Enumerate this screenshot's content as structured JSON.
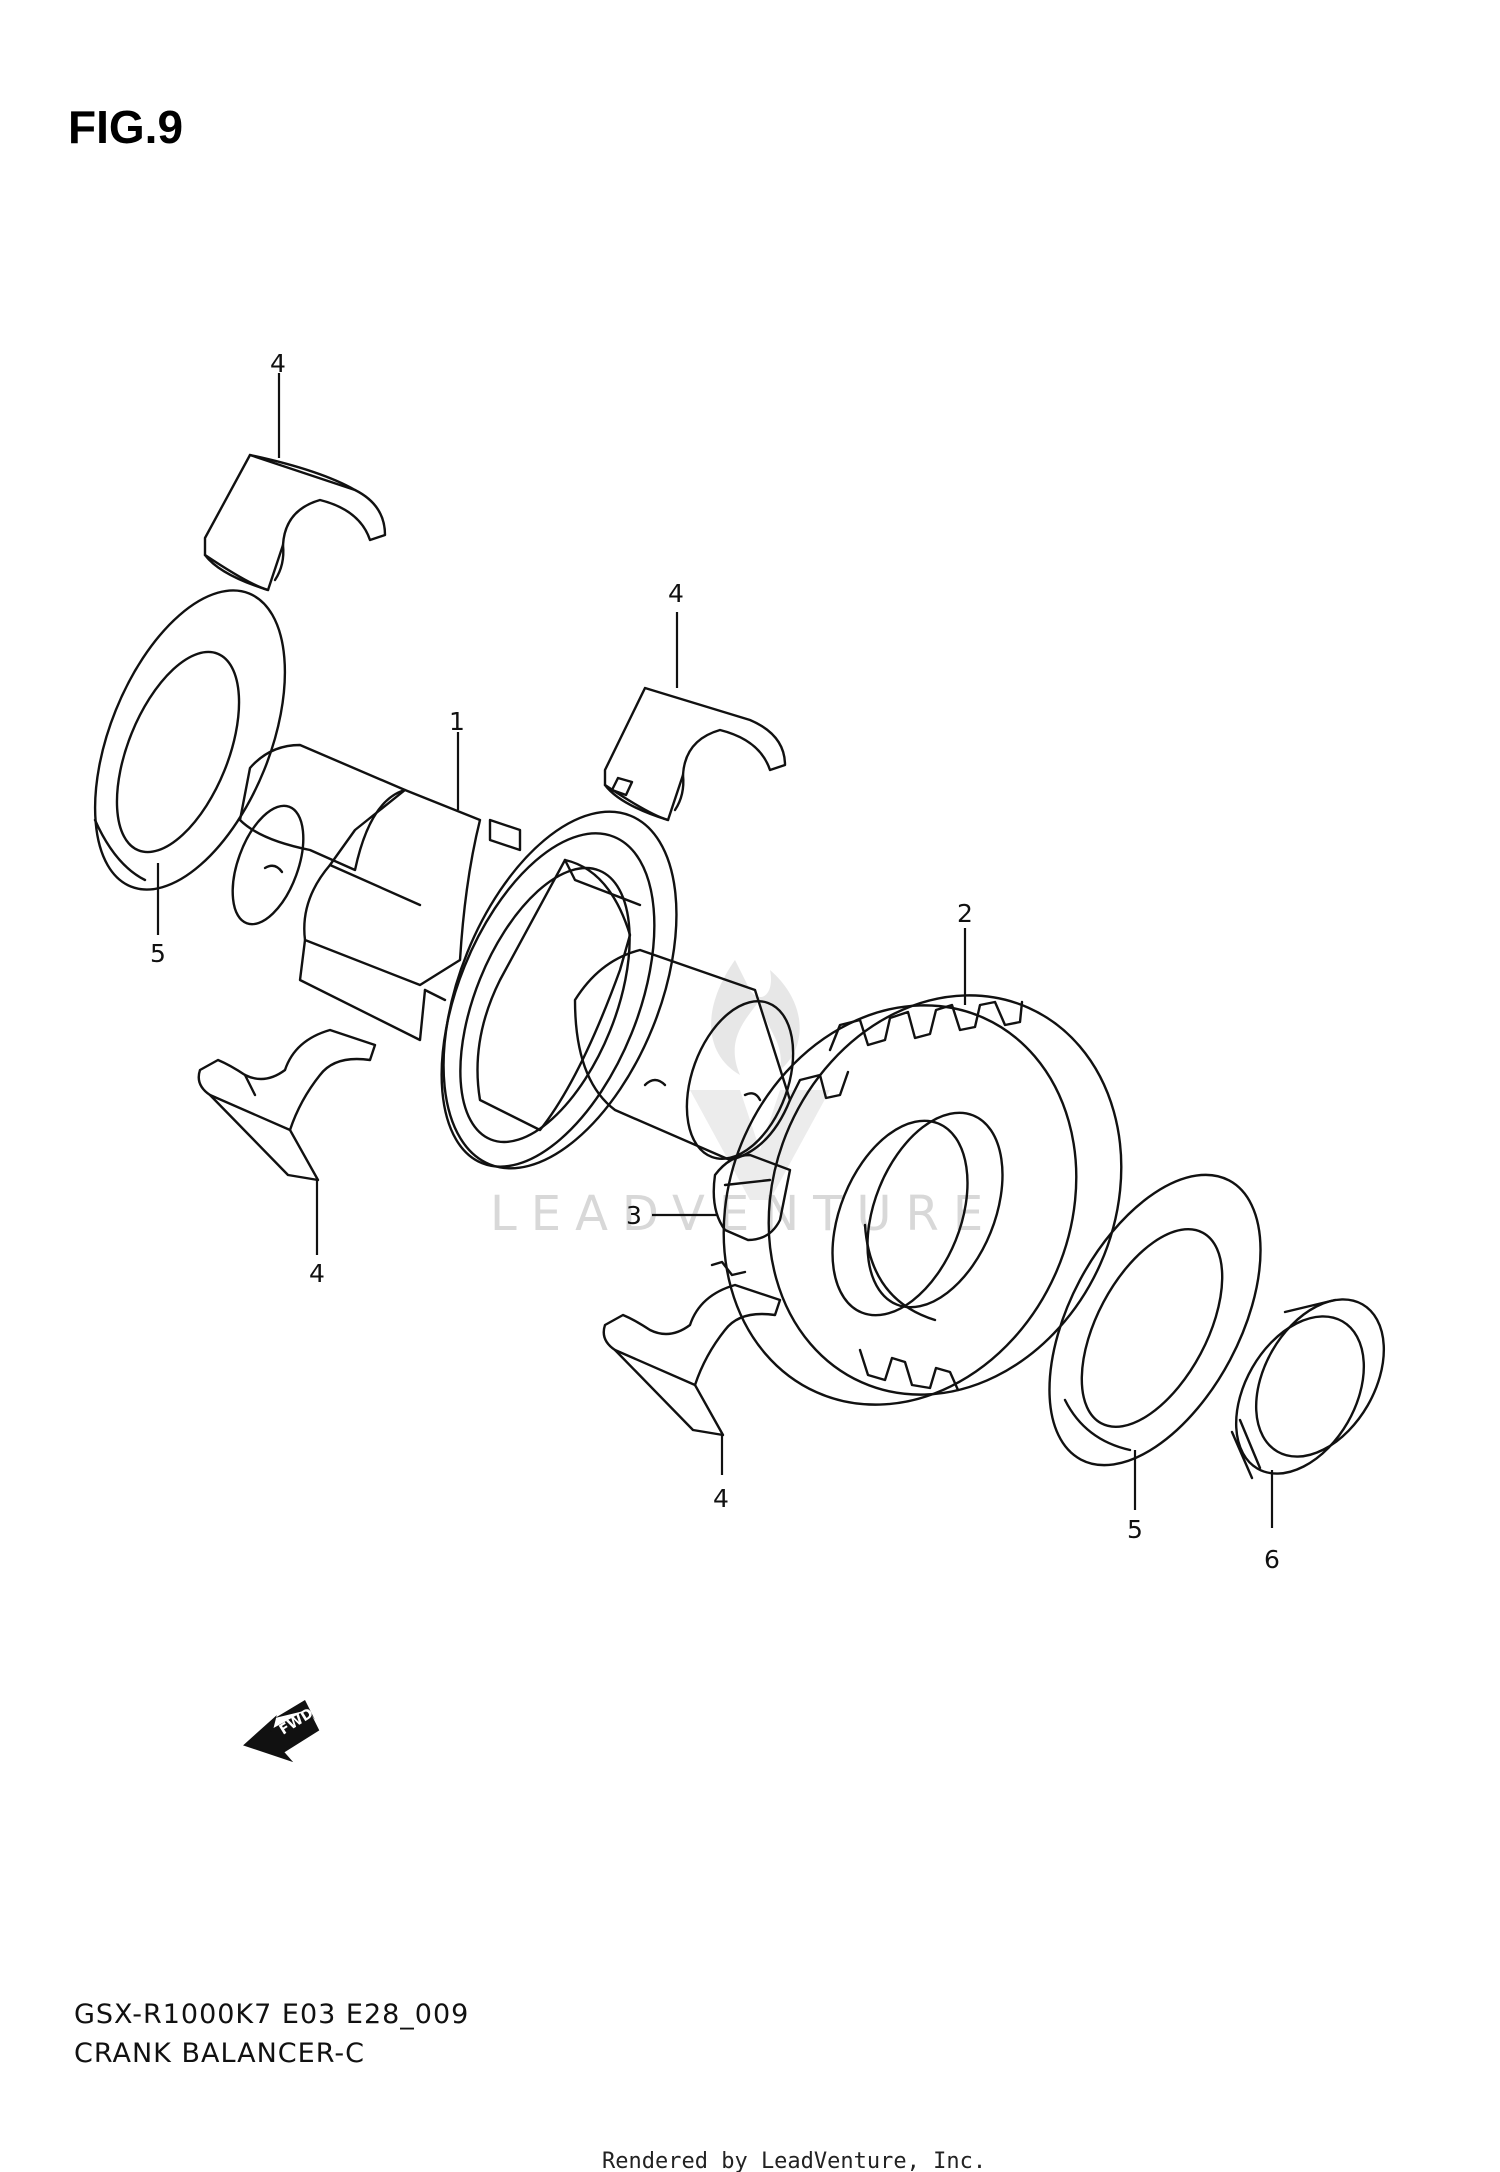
{
  "figure": {
    "title": "FIG.9"
  },
  "callouts": {
    "bearing_top_left": "4",
    "bearing_top_right": "4",
    "bearing_bottom_left": "4",
    "bearing_bottom_right": "4",
    "shaft": "1",
    "gear": "2",
    "key": "3",
    "washer_left": "5",
    "washer_right": "5",
    "cap": "6"
  },
  "forward_arrow": {
    "label": "FWD"
  },
  "watermark": {
    "text": "LEADVENTURE"
  },
  "footer": {
    "model_code": "GSX-R1000K7 E03 E28_009",
    "section_name": "CRANK BALANCER-C",
    "rendered_by": "Rendered by LeadVenture, Inc."
  }
}
